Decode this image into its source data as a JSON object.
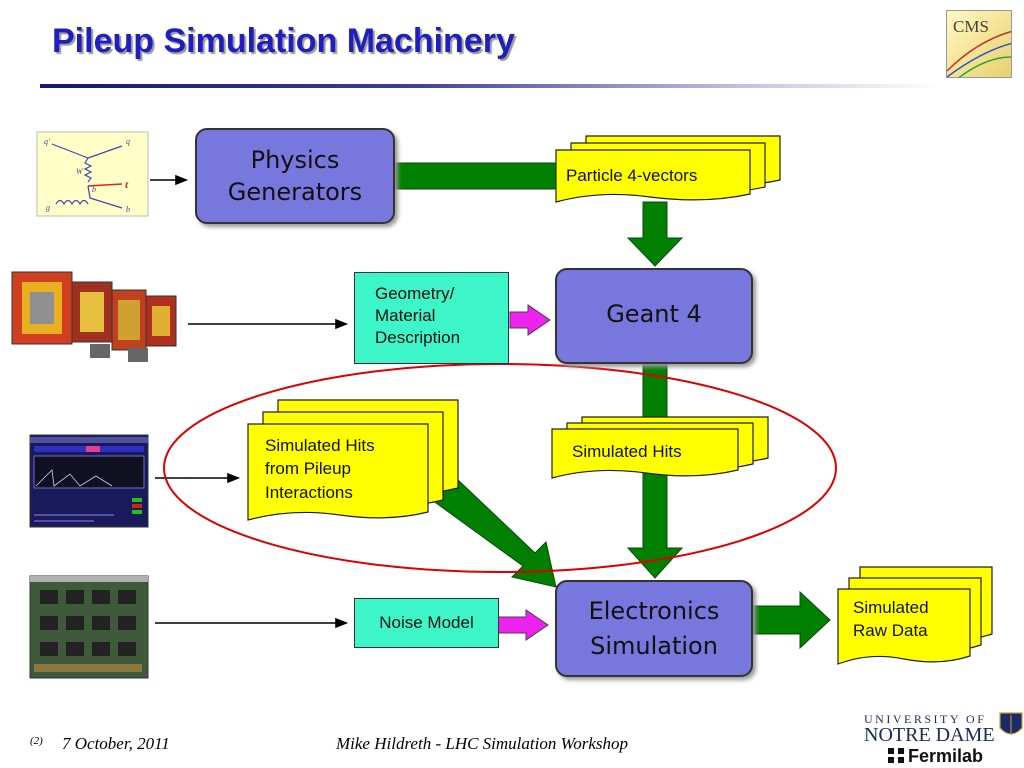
{
  "title": "Pileup Simulation Machinery",
  "boxes": {
    "physics_generators": [
      "Physics",
      "Generators"
    ],
    "geant4": "Geant 4",
    "electronics_simulation": [
      "Electronics",
      "Simulation"
    ],
    "geometry": [
      "Geometry/",
      "Material",
      "Description"
    ],
    "noise_model": "Noise Model"
  },
  "documents": {
    "particle_4vectors": "Particle 4-vectors",
    "simulated_hits": "Simulated Hits",
    "simulated_hits_pileup": [
      "Simulated Hits",
      "from Pileup",
      "Interactions"
    ],
    "simulated_raw_data": [
      "Simulated",
      "Raw Data"
    ]
  },
  "feynman_labels": [
    "q'",
    "q",
    "W",
    "t",
    "b",
    "g",
    "b"
  ],
  "footer": {
    "slide_number": "(2)",
    "date": "7 October, 2011",
    "author": "Mike Hildreth  - LHC Simulation Workshop"
  },
  "logos": {
    "cms": "CMS",
    "notre_dame_line1": "UNIVERSITY OF",
    "notre_dame_line2": "NOTRE DAME",
    "fermilab": "Fermilab"
  },
  "colors": {
    "title": "#1f1fc0",
    "process_box": "#7777dd",
    "input_box": "#3cf5c8",
    "document": "#ffff00",
    "flow_arrow": "#008000",
    "input_arrow": "#ee22ee",
    "highlight_ellipse": "#dd0000"
  }
}
